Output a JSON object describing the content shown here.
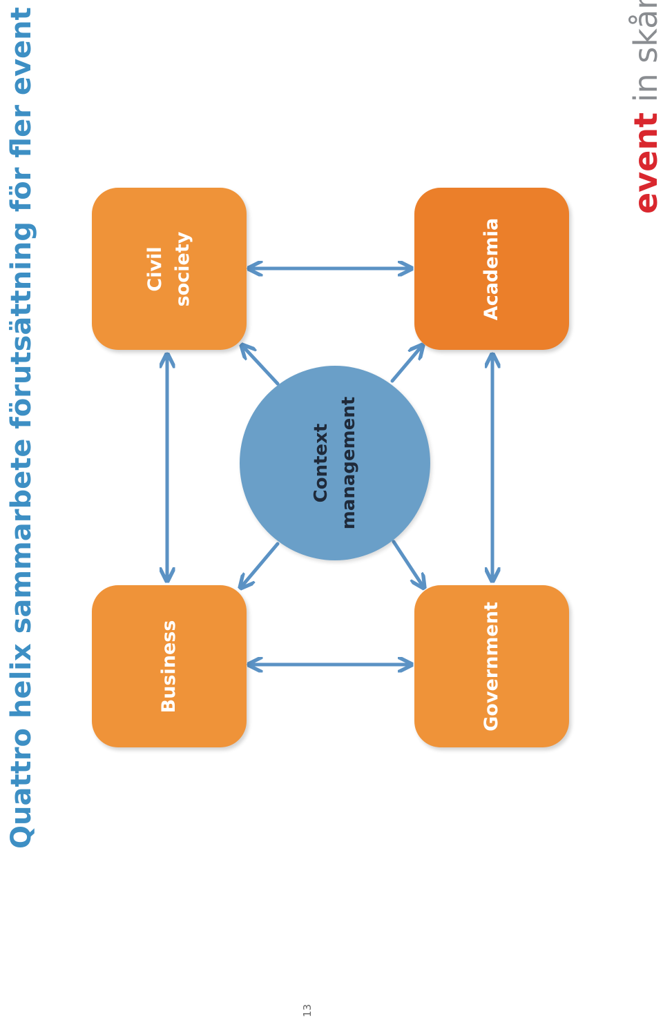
{
  "title": "Quattro helix sammarbete förutsättning för fler event",
  "diagram": {
    "nodes": {
      "civil_society": "Civil\nsociety",
      "academia": "Academia",
      "business": "Business",
      "government": "Government",
      "center": "Context\nmanagement"
    },
    "colors": {
      "box_light": "#ef9339",
      "box_dark": "#eb7f2a",
      "circle": "#6a9fc8",
      "arrow": "#5b92c4"
    }
  },
  "page_number": "13",
  "logo": {
    "strong": "event",
    "light": " in skåne"
  }
}
